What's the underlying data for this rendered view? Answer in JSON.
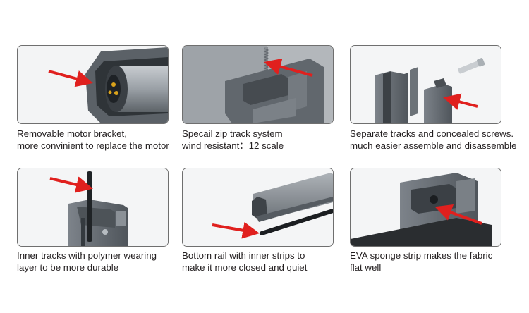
{
  "features": [
    {
      "lines": [
        "Removable motor bracket,",
        "more convinient to replace the motor"
      ]
    },
    {
      "lines": [
        "Specail zip track system",
        "wind resistant：12 scale"
      ]
    },
    {
      "lines": [
        "Separate tracks and concealed screws.",
        "much easier assemble and disassemble"
      ]
    },
    {
      "lines": [
        "Inner tracks with polymer wearing",
        "layer to be more durable"
      ]
    },
    {
      "lines": [
        "Bottom rail  with inner strips to",
        "make it more closed and quiet"
      ]
    },
    {
      "lines": [
        "EVA sponge strip makes the fabric",
        "flat well"
      ]
    }
  ],
  "colors": {
    "arrow": "#e0201e",
    "aluminium": "#5f646a",
    "frame": "#6f6f6f"
  },
  "icons": [
    "motor-bracket-illustration",
    "zip-track-illustration",
    "separate-tracks-illustration",
    "inner-track-illustration",
    "bottom-rail-illustration",
    "eva-strip-illustration"
  ]
}
